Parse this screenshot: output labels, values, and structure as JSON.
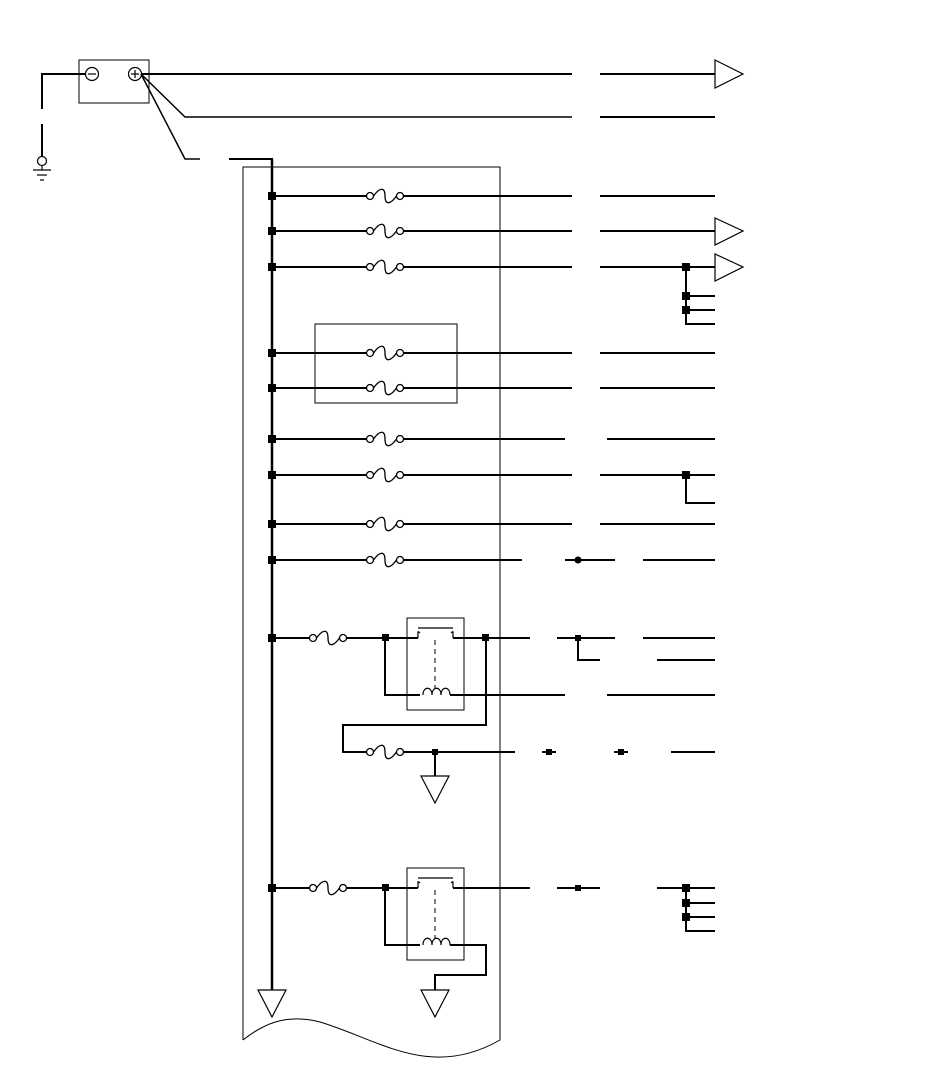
{
  "diagram": {
    "kind": "wiring-schematic",
    "battery": {
      "negative_terminal_symbol": "minus",
      "positive_terminal_symbol": "plus"
    },
    "ground_symbol": "chassis-ground",
    "fuse_count": 12,
    "relay_count": 2,
    "branch_arrow_count": 3,
    "ground_triangle_count": 3,
    "colors": {
      "line": "#000000",
      "background": "#ffffff"
    }
  }
}
